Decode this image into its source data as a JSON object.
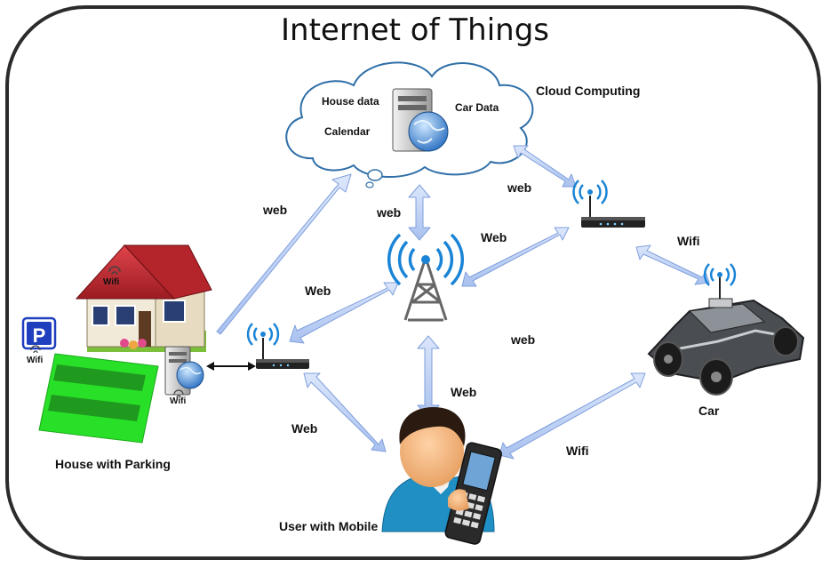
{
  "title": "Internet of Things",
  "cloud": {
    "house_data": "House data",
    "calendar": "Calendar",
    "car_data": "Car Data",
    "label": "Cloud Computing"
  },
  "links": {
    "house_cloud": "web",
    "tower_cloud": "web",
    "router_cloud": "web",
    "router_tower": "Web",
    "router_car": "Wifi",
    "house_router_tower": "Web",
    "tower_mid": "web",
    "tower_user": "Web",
    "house_router_user": "Web",
    "car_user": "Wifi"
  },
  "house": {
    "wifi": "Wifi",
    "parking_sign": "P",
    "parking_wifi": "Wifi",
    "server_wifi": "Wifi",
    "label": "House with Parking"
  },
  "car": {
    "label": "Car"
  },
  "user": {
    "label": "User with Mobile"
  }
}
